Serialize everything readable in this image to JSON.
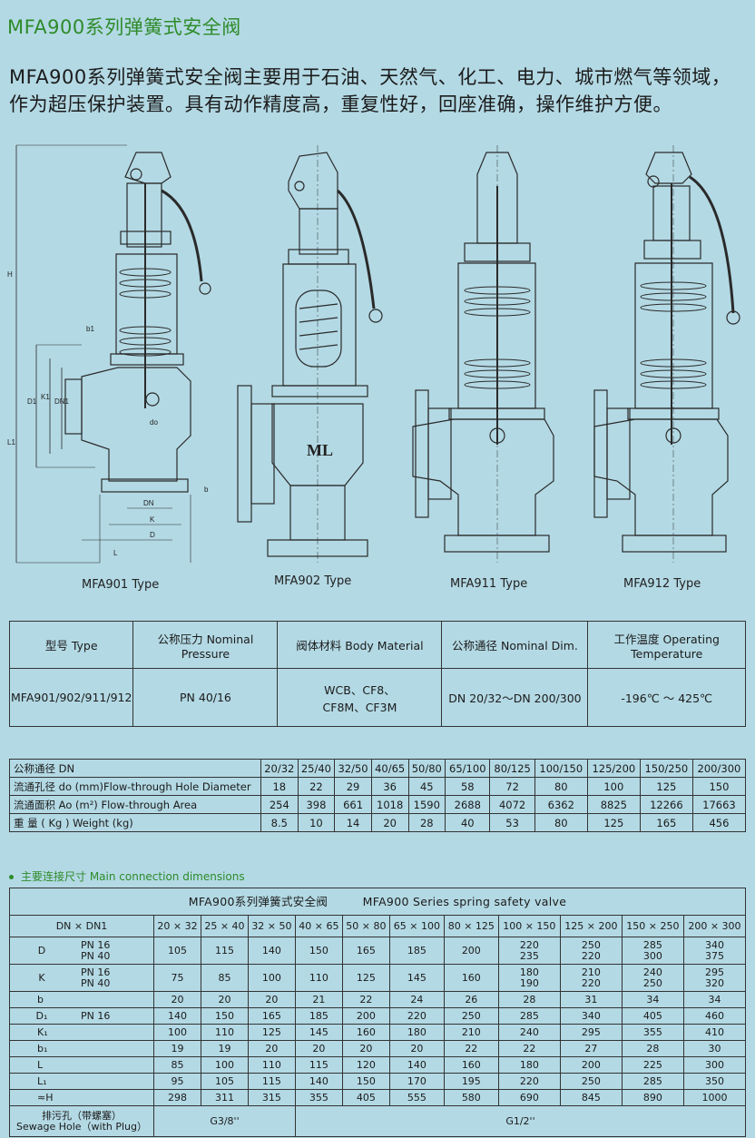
{
  "title": "MFA900系列弹簧式安全阀",
  "intro": "MFA900系列弹簧式安全阀主要用于石油、天然气、化工、电力、城市燃气等领域，作为超压保护装置。具有动作精度高，重复性好，回座准确，操作维护方便。",
  "drawings": {
    "types": [
      "MFA901 Type",
      "MFA902 Type",
      "MFA911 Type",
      "MFA912 Type"
    ],
    "dim_labels": {
      "H": "H",
      "D1": "D1",
      "DN1": "DN1",
      "L1": "L1",
      "b1": "b1",
      "K1": "K1",
      "do": "do",
      "b": "b",
      "DN": "DN",
      "K": "K",
      "D": "D",
      "L": "L"
    },
    "logo_text": "ML"
  },
  "spec_table": {
    "headers": [
      "型号 Type",
      "公称压力 Nominal Pressure",
      "阀体材料  Body Material",
      "公称通径  Nominal Dim.",
      "工作温度 Operating Temperature"
    ],
    "row": {
      "type": "MFA901/902/911/912",
      "pressure": "PN 40/16",
      "material_line1": "WCB、CF8、",
      "material_line2": "CF8M、CF3M",
      "dim": "DN 20/32～DN 200/300",
      "temperature": "-196℃ ～ 425℃"
    }
  },
  "flow_table": {
    "rows": [
      {
        "label": "公称通径  DN",
        "values": [
          "20/32",
          "25/40",
          "32/50",
          "40/65",
          "50/80",
          "65/100",
          "80/125",
          "100/150",
          "125/200",
          "150/250",
          "200/300"
        ]
      },
      {
        "label": "流通孔径  do (mm)Flow-through Hole Diameter",
        "values": [
          "18",
          "22",
          "29",
          "36",
          "45",
          "58",
          "72",
          "80",
          "100",
          "125",
          "150"
        ]
      },
      {
        "label": "流通面积  Ao (m²) Flow-through Area",
        "values": [
          "254",
          "398",
          "661",
          "1018",
          "1590",
          "2688",
          "4072",
          "6362",
          "8825",
          "12266",
          "17663"
        ]
      },
      {
        "label": "重      量 ( Kg )  Weight (kg)",
        "values": [
          "8.5",
          "10",
          "14",
          "20",
          "28",
          "40",
          "53",
          "80",
          "125",
          "165",
          "456"
        ]
      }
    ]
  },
  "section_label": "主要连接尺寸 Main connection dimensions",
  "dim_table": {
    "caption_cn": "MFA900系列弹簧式安全阀",
    "caption_en": "MFA900 Series spring safety valve",
    "header_label": "DN × DN1",
    "columns": [
      "20 × 32",
      "25 × 40",
      "32 × 50",
      "40 × 65",
      "50 × 80",
      "65 × 100",
      "80 × 125",
      "100 × 150",
      "125 × 200",
      "150 × 250",
      "200 × 300"
    ],
    "rows": {
      "D": {
        "label": "D",
        "sub1": "PN 16",
        "sub2": "PN 40",
        "values": [
          "105",
          "115",
          "140",
          "150",
          "165",
          "185",
          "200",
          "220",
          "250",
          "285",
          "340"
        ],
        "values2": [
          "",
          "",
          "",
          "",
          "",
          "",
          "",
          "235",
          "220",
          "300",
          "375"
        ]
      },
      "K": {
        "label": "K",
        "sub1": "PN 16",
        "sub2": "PN 40",
        "values": [
          "75",
          "85",
          "100",
          "110",
          "125",
          "145",
          "160",
          "180",
          "210",
          "240",
          "295"
        ],
        "values2": [
          "",
          "",
          "",
          "",
          "",
          "",
          "",
          "190",
          "220",
          "250",
          "320"
        ]
      },
      "b": {
        "label": "b",
        "values": [
          "20",
          "20",
          "20",
          "21",
          "22",
          "24",
          "26",
          "28",
          "31",
          "34",
          "34"
        ]
      },
      "D1": {
        "label": "D₁",
        "sub1": "PN 16",
        "values": [
          "140",
          "150",
          "165",
          "185",
          "200",
          "220",
          "250",
          "285",
          "340",
          "405",
          "460"
        ]
      },
      "K1": {
        "label": "K₁",
        "values": [
          "100",
          "110",
          "125",
          "145",
          "160",
          "180",
          "210",
          "240",
          "295",
          "355",
          "410"
        ]
      },
      "b1": {
        "label": "b₁",
        "values": [
          "19",
          "19",
          "20",
          "20",
          "20",
          "20",
          "22",
          "22",
          "27",
          "28",
          "30"
        ]
      },
      "L": {
        "label": "L",
        "values": [
          "85",
          "100",
          "110",
          "115",
          "120",
          "140",
          "160",
          "180",
          "200",
          "225",
          "300"
        ]
      },
      "L1": {
        "label": "L₁",
        "values": [
          "95",
          "105",
          "115",
          "140",
          "150",
          "170",
          "195",
          "220",
          "250",
          "285",
          "350"
        ]
      },
      "H": {
        "label": "≈H",
        "values": [
          "298",
          "311",
          "315",
          "355",
          "405",
          "555",
          "580",
          "690",
          "845",
          "890",
          "1000"
        ]
      }
    },
    "sewage": {
      "label_cn": "排污孔（带螺塞）",
      "label_en": "Sewage Hole（with Plug）",
      "value1": "G3/8''",
      "value2": "G1/2''"
    }
  }
}
